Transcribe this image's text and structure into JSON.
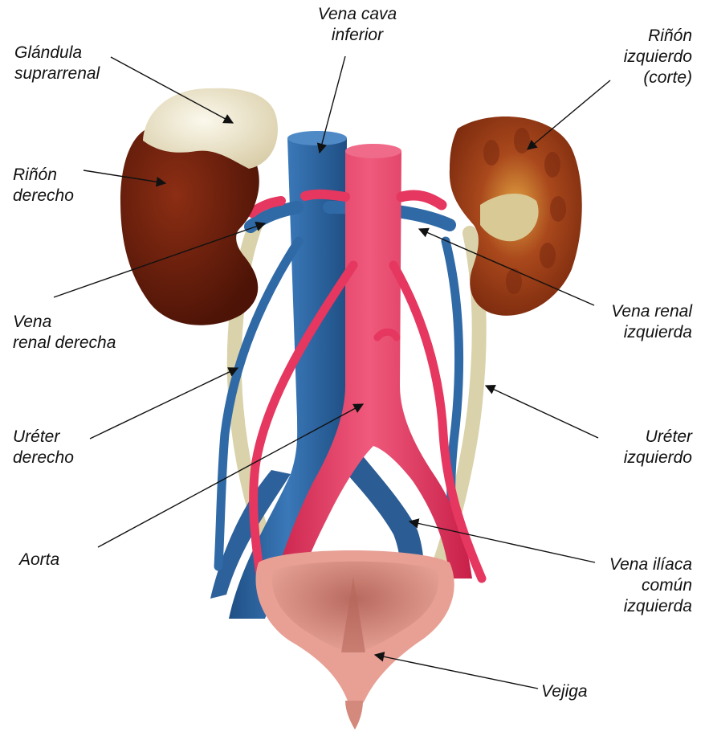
{
  "labels": {
    "adrenal": "Glándula\nsuprarrenal",
    "ivc": "Vena cava\ninferior",
    "left_kidney": "Riñón\nizquierdo\n(corte)",
    "right_kidney": "Riñón\nderecho",
    "right_renal_vein": "Vena\nrenal derecha",
    "left_renal_vein": "Vena renal\nizquierda",
    "right_ureter": "Uréter\nderecho",
    "left_ureter": "Uréter\nizquierdo",
    "aorta": "Aorta",
    "left_common_iliac_vein": "Vena ilíaca\ncomún\nizquierda",
    "bladder": "Vejiga"
  },
  "colors": {
    "vein": "#2f69a6",
    "artery": "#e5375f",
    "ureter": "#d9d2aa",
    "kidney": "#6f1f0c",
    "kidney_section": "#9a3a17",
    "adrenal": "#efe9d2",
    "bladder": "#e8a095",
    "bladder_inner": "#c97b6f"
  }
}
